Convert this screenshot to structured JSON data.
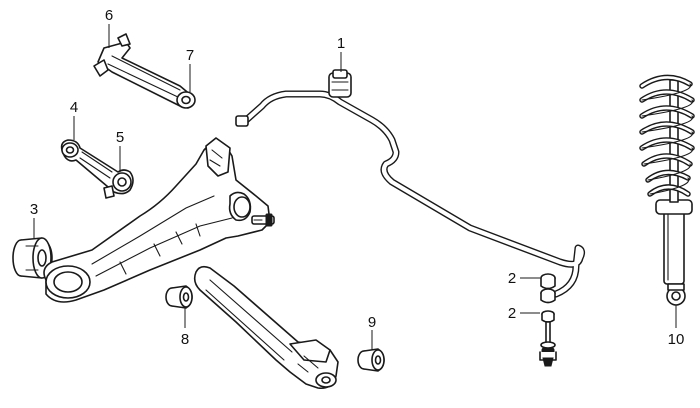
{
  "diagram": {
    "callouts": {
      "c1": "1",
      "c2a": "2",
      "c2b": "2",
      "c3": "3",
      "c4": "4",
      "c5": "5",
      "c6": "6",
      "c7": "7",
      "c8": "8",
      "c9": "9",
      "c10": "10"
    },
    "parts": [
      "stabilizer-bar",
      "stabilizer-link-bushing",
      "trailing-arm-bushing",
      "upper-lateral-link",
      "lateral-link",
      "upper-control-arm",
      "control-arm-bushing",
      "lower-arm-bushing",
      "lower-arm-bushing-rear",
      "rear-shock-absorber-spring",
      "trailing-arm",
      "lower-control-arm"
    ]
  }
}
